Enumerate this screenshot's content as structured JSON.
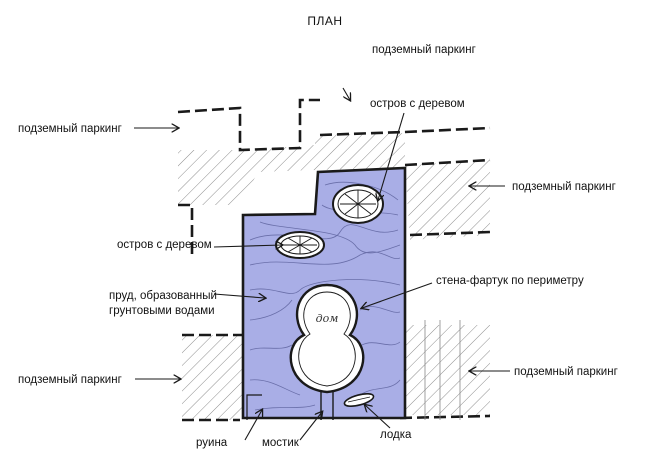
{
  "title": "ПЛАН",
  "labels": {
    "parking_top": "подземный паркинг",
    "parking_left_top": "подземный паркинг",
    "parking_right_top": "подземный паркинг",
    "parking_left_bottom": "подземный паркинг",
    "parking_right_bottom": "подземный паркинг",
    "island_top": "остров с деревом",
    "island_left": "остров с деревом",
    "pond_line1": "пруд, образованный",
    "pond_line2": "грунтовыми водами",
    "wall": "стена-фартук по периметру",
    "ruin": "руина",
    "bridge": "мостик",
    "boat": "лодка"
  },
  "house_text": "дом",
  "colors": {
    "water": "#a9aee6",
    "ink": "#1a1a1a",
    "hatch": "#777777"
  }
}
